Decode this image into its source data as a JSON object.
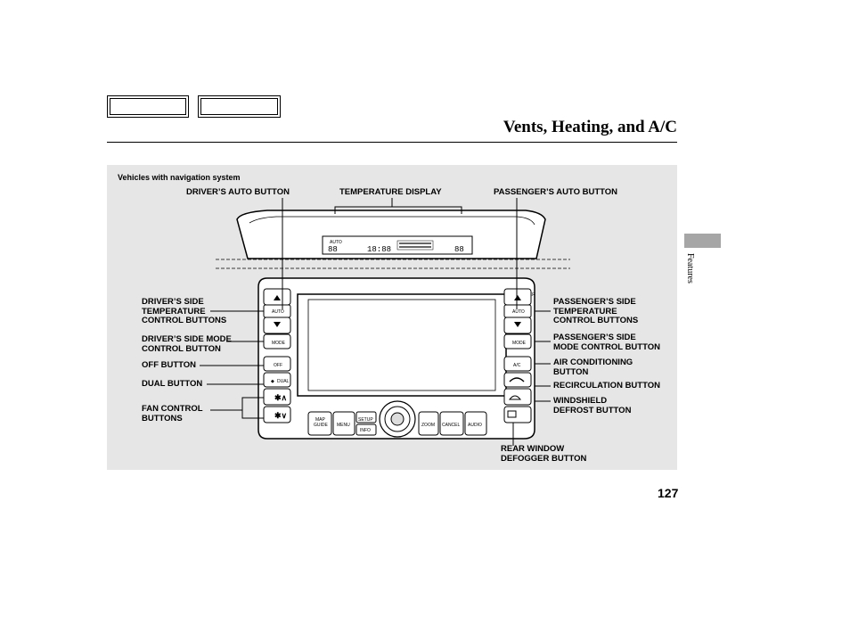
{
  "header": {
    "title": "Vents, Heating, and A/C",
    "nav_buttons": [
      "",
      ""
    ]
  },
  "side_tab": {
    "label": "Features"
  },
  "page_number": "127",
  "figure": {
    "caption": "Vehicles with navigation system",
    "callouts": {
      "drivers_auto_button": "DRIVER’S AUTO BUTTON",
      "temperature_display": "TEMPERATURE DISPLAY",
      "passengers_auto_button": "PASSENGER’S AUTO BUTTON",
      "drivers_temp": [
        "DRIVER’S SIDE",
        "TEMPERATURE",
        "CONTROL BUTTONS"
      ],
      "drivers_mode": [
        "DRIVER’S SIDE MODE",
        "CONTROL BUTTON"
      ],
      "off_button": "OFF BUTTON",
      "dual_button": "DUAL BUTTON",
      "fan_control": [
        "FAN CONTROL",
        "BUTTONS"
      ],
      "passengers_temp": [
        "PASSENGER’S SIDE",
        "TEMPERATURE",
        "CONTROL BUTTONS"
      ],
      "passengers_mode": [
        "PASSENGER’S SIDE",
        "MODE CONTROL BUTTON"
      ],
      "air_conditioning": [
        "AIR CONDITIONING",
        "BUTTON"
      ],
      "recirculation": "RECIRCULATION BUTTON",
      "windshield_defrost": [
        "WINDSHIELD",
        "DEFROST BUTTON"
      ],
      "rear_defogger": [
        "REAR WINDOW",
        "DEFOGGER BUTTON"
      ]
    },
    "device_buttons": {
      "left_auto": "AUTO",
      "left_mode": "MODE",
      "off": "OFF",
      "dual": "DUAL",
      "right_auto": "AUTO",
      "right_mode": "MODE",
      "ac": "A/C",
      "map_guide": [
        "MAP",
        "GUIDE"
      ],
      "menu": "MENU",
      "setup": "SETUP",
      "info": "INFO",
      "zoom": "ZOOM",
      "cancel": "CANCEL",
      "audio": "AUDIO",
      "display_left_temp": "88",
      "display_clock": "18:88",
      "display_right_temp": "88",
      "display_small_auto": "AUTO"
    },
    "icons": [
      "up-arrow-icon",
      "down-arrow-icon",
      "fan-up-icon",
      "fan-down-icon",
      "recirculation-icon",
      "windshield-defrost-icon",
      "rear-defogger-icon",
      "joystick-icon"
    ]
  }
}
